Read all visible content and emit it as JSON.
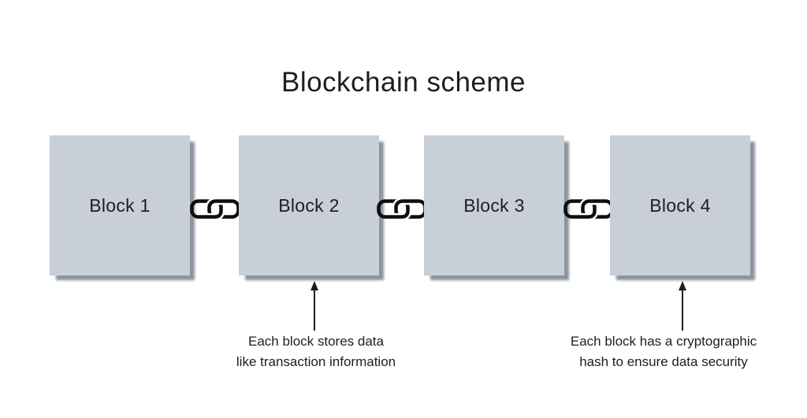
{
  "title": "Blockchain scheme",
  "colors": {
    "background": "#ffffff",
    "block_fill": "#c9cfd9",
    "block_shadow": "#8c939d",
    "text_primary": "#1d1e20",
    "icon_color": "#0d0d0d"
  },
  "blocks": [
    {
      "label": "Block 1"
    },
    {
      "label": "Block 2"
    },
    {
      "label": "Block 3"
    },
    {
      "label": "Block 4"
    }
  ],
  "chain_links": [
    {
      "icon": "chain-link-icon",
      "between": "Block 1 and Block 2"
    },
    {
      "icon": "chain-link-icon",
      "between": "Block 2 and Block 3"
    },
    {
      "icon": "chain-link-icon",
      "between": "Block 3 and Block 4"
    }
  ],
  "annotations": [
    {
      "points_to": "Block 2",
      "line1": "Each block stores data",
      "line2": "like transaction information"
    },
    {
      "points_to": "Block 4",
      "line1": "Each block has a cryptographic",
      "line2": "hash to ensure data security"
    }
  ]
}
